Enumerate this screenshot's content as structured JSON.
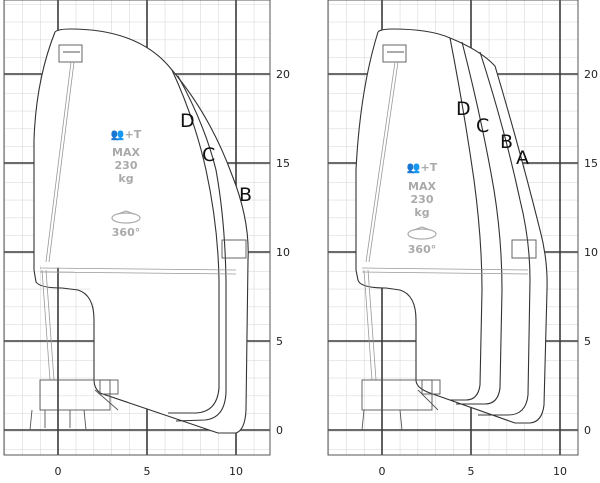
{
  "diagrams": [
    {
      "id": "left",
      "x_ticks": [
        "0",
        "5",
        "10"
      ],
      "y_ticks": [
        "0",
        "5",
        "10",
        "15",
        "20"
      ],
      "curve_labels": [
        "D",
        "C",
        "B"
      ],
      "annotation": {
        "capacity_line1": "MAX",
        "capacity_line2": "230",
        "capacity_unit": "kg",
        "persons_icon": "2 persons + tools",
        "rotation": "360°"
      }
    },
    {
      "id": "right",
      "x_ticks": [
        "0",
        "5",
        "10"
      ],
      "y_ticks": [
        "0",
        "5",
        "10",
        "15",
        "20"
      ],
      "curve_labels": [
        "D",
        "C",
        "B",
        "A"
      ],
      "annotation": {
        "capacity_line1": "MAX",
        "capacity_line2": "230",
        "capacity_unit": "kg",
        "persons_icon": "2 persons + tools",
        "rotation": "360°"
      }
    }
  ],
  "colors": {
    "major_grid": "#3a3a3a",
    "minor_grid": "#c8c8c8",
    "envelope": "#333333",
    "annotation": "#aaaaaa"
  }
}
